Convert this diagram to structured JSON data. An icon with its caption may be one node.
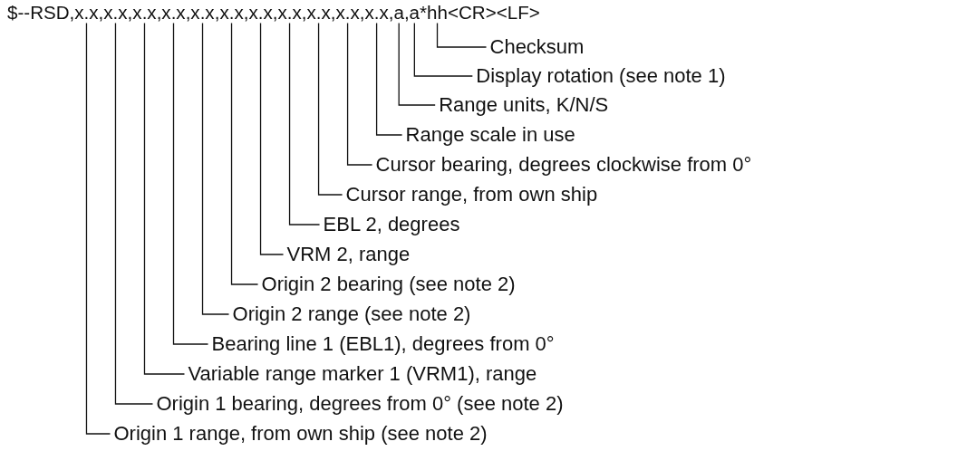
{
  "diagram": {
    "nodes": [
      {
        "text": [
          "$--RSD,x.x,x.x,x.x,x.x,x.x,x.x,x.x,x.x,x.x,x.x,x.x,a,a*hh<CR><LF>"
        ]
      },
      {
        "text": [
          "Checksum"
        ]
      },
      {
        "text": [
          "Display rotation (see note 1)"
        ]
      },
      {
        "text": [
          "Range units, K/N/S"
        ]
      },
      {
        "text": [
          "Range scale in use"
        ]
      },
      {
        "text": [
          "Cursor bearing, degrees clockwise from 0°"
        ]
      },
      {
        "text": [
          "Cursor range, from own ship"
        ]
      },
      {
        "text": [
          "EBL 2, degrees"
        ]
      },
      {
        "text": [
          "VRM 2, range"
        ]
      },
      {
        "text": [
          "Origin 2 bearing (see note 2)"
        ]
      },
      {
        "text": [
          "Origin 2 range (see note 2)"
        ]
      },
      {
        "text": [
          "Bearing line 1 (EBL1), degrees from 0°"
        ]
      },
      {
        "text": [
          "Variable range marker 1 (VRM1), range"
        ]
      },
      {
        "text": [
          "Origin 1 bearing, degrees from 0° (see note 2)"
        ]
      },
      {
        "text": [
          "Origin 1 range, from own ship (see note 2)"
        ]
      }
    ],
    "edges": [
      {
        "from": 1,
        "to": 0,
        "arrow": "none"
      },
      {
        "from": 2,
        "to": 0,
        "arrow": "none"
      },
      {
        "from": 3,
        "to": 0,
        "arrow": "none"
      },
      {
        "from": 4,
        "to": 0,
        "arrow": "none"
      },
      {
        "from": 5,
        "to": 0,
        "arrow": "none"
      },
      {
        "from": 6,
        "to": 0,
        "arrow": "none"
      },
      {
        "from": 7,
        "to": 0,
        "arrow": "none"
      },
      {
        "from": 8,
        "to": 0,
        "arrow": "none"
      },
      {
        "from": 9,
        "to": 0,
        "arrow": "none"
      },
      {
        "from": 10,
        "to": 0,
        "arrow": "none"
      },
      {
        "from": 11,
        "to": 0,
        "arrow": "none"
      },
      {
        "from": 12,
        "to": 0,
        "arrow": "none"
      },
      {
        "from": 13,
        "to": 0,
        "arrow": "none"
      },
      {
        "from": 14,
        "to": 0,
        "arrow": "none"
      }
    ]
  }
}
